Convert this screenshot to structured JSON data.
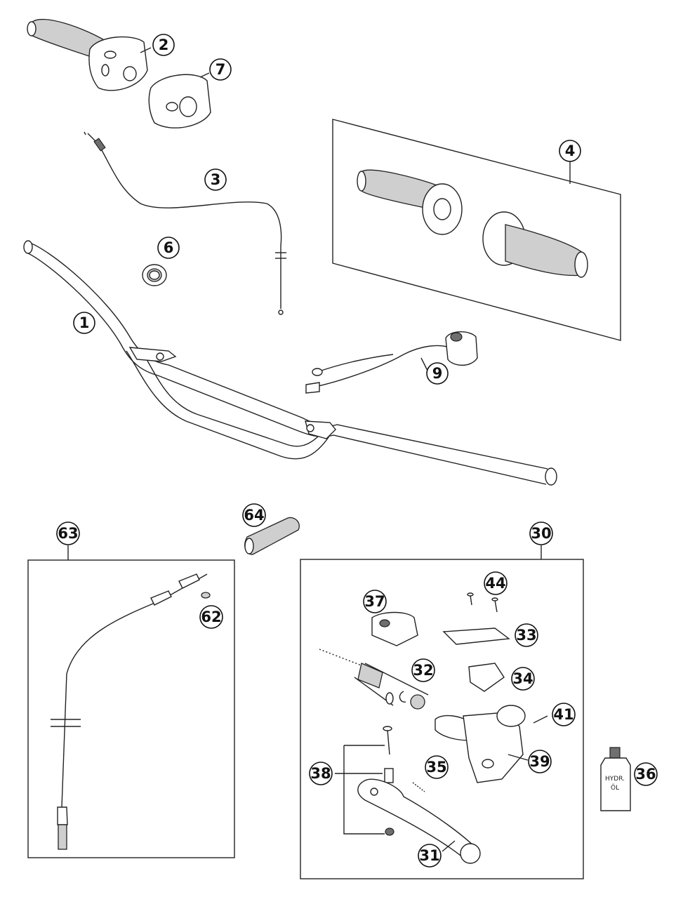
{
  "callouts": [
    {
      "id": "c1",
      "label": "1"
    },
    {
      "id": "c2",
      "label": "2"
    },
    {
      "id": "c3",
      "label": "3"
    },
    {
      "id": "c4",
      "label": "4"
    },
    {
      "id": "c6",
      "label": "6"
    },
    {
      "id": "c7",
      "label": "7"
    },
    {
      "id": "c9",
      "label": "9"
    },
    {
      "id": "c30",
      "label": "30"
    },
    {
      "id": "c31",
      "label": "31"
    },
    {
      "id": "c32",
      "label": "32"
    },
    {
      "id": "c33",
      "label": "33"
    },
    {
      "id": "c34",
      "label": "34"
    },
    {
      "id": "c35",
      "label": "35"
    },
    {
      "id": "c36",
      "label": "36"
    },
    {
      "id": "c37",
      "label": "37"
    },
    {
      "id": "c38",
      "label": "38"
    },
    {
      "id": "c39",
      "label": "39"
    },
    {
      "id": "c41",
      "label": "41"
    },
    {
      "id": "c44",
      "label": "44"
    },
    {
      "id": "c62",
      "label": "62"
    },
    {
      "id": "c63",
      "label": "63"
    },
    {
      "id": "c64",
      "label": "64"
    }
  ],
  "bottle_label": {
    "line1": "HYDR.",
    "line2": "ÖL"
  }
}
